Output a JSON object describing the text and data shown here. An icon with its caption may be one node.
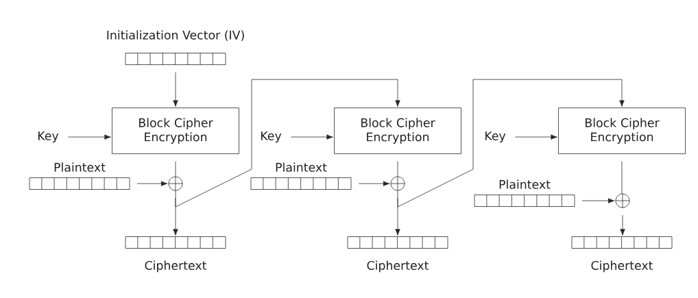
{
  "diagram": {
    "nodes": [
      {
        "text": [
          "Initialization Vector (IV)"
        ]
      },
      {
        "text": [
          "Key"
        ]
      },
      {
        "text": [
          "Block Cipher Encryption"
        ]
      },
      {
        "text": [
          "Plaintext"
        ]
      },
      {
        "text": [],
        "shape": "circle"
      },
      {
        "text": [
          "Ciphertext"
        ]
      },
      {
        "text": [
          "Key"
        ]
      },
      {
        "text": [
          "Block Cipher Encryption"
        ]
      },
      {
        "text": [
          "Plaintext"
        ]
      },
      {
        "text": [],
        "shape": "circle"
      },
      {
        "text": [
          "Ciphertext"
        ]
      },
      {
        "text": [
          "Key"
        ]
      },
      {
        "text": [
          "Block Cipher Encryption"
        ]
      },
      {
        "text": [
          "Plaintext"
        ]
      },
      {
        "text": [],
        "shape": "circle"
      },
      {
        "text": [
          "Ciphertext"
        ]
      }
    ],
    "edges": [
      {
        "from": 0,
        "to": 2,
        "arrow": "to"
      },
      {
        "from": 1,
        "to": 2,
        "arrow": "to"
      },
      {
        "from": 2,
        "to": 4,
        "arrow": "none"
      },
      {
        "from": 3,
        "to": 4,
        "arrow": "to"
      },
      {
        "from": 4,
        "to": 5,
        "arrow": "to"
      },
      {
        "from": 4,
        "to": 7,
        "arrow": "to"
      },
      {
        "from": 6,
        "to": 7,
        "arrow": "to"
      },
      {
        "from": 7,
        "to": 9,
        "arrow": "none"
      },
      {
        "from": 8,
        "to": 9,
        "arrow": "to"
      },
      {
        "from": 9,
        "to": 10,
        "arrow": "to"
      },
      {
        "from": 9,
        "to": 12,
        "arrow": "to"
      },
      {
        "from": 11,
        "to": 12,
        "arrow": "to"
      },
      {
        "from": 12,
        "to": 14,
        "arrow": "none"
      },
      {
        "from": 13,
        "to": 14,
        "arrow": "to"
      },
      {
        "from": 14,
        "to": 15,
        "arrow": "to"
      }
    ]
  }
}
